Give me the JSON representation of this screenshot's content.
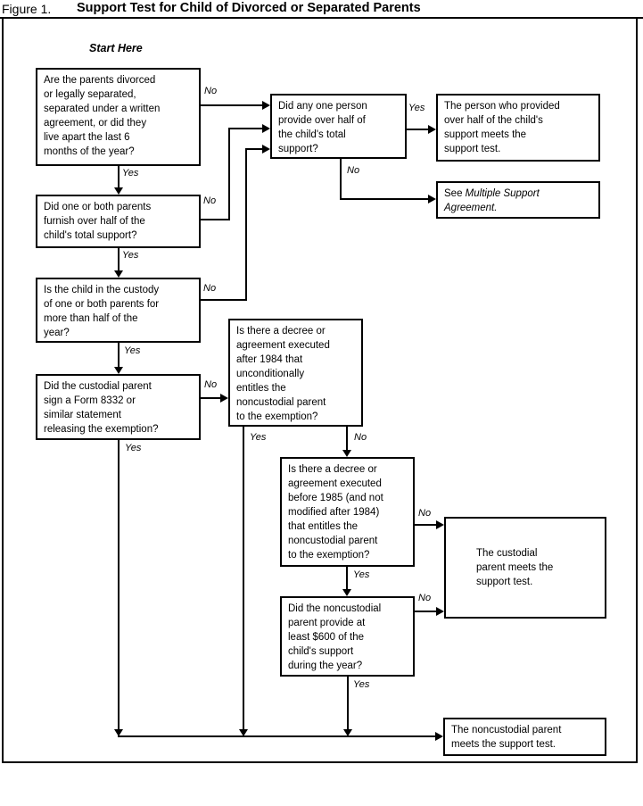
{
  "figure": {
    "label": "Figure 1.",
    "title": "Support Test for Child of Divorced or Separated Parents"
  },
  "start_label": "Start Here",
  "labels": {
    "yes": "Yes",
    "no": "No"
  },
  "nodes": {
    "q_divorced": {
      "text": "Are the parents divorced\nor legally separated,\nseparated under a written\nagreement, or did they\nlive apart the last 6\nmonths of the year?"
    },
    "q_parents_support": {
      "text": "Did one or both parents\nfurnish over half of the\nchild's total support?"
    },
    "q_custody": {
      "text": "Is the child in the custody\nof one or both parents for\nmore than half of the\nyear?"
    },
    "q_form8332": {
      "text": "Did the custodial parent\nsign a Form 8332 or\nsimilar statement\nreleasing the exemption?"
    },
    "q_one_person": {
      "text": "Did any one person\nprovide over half of\nthe child's total\nsupport?"
    },
    "r_person_provided": {
      "text": "The person who provided\nover half of the child's\nsupport meets the\nsupport test."
    },
    "r_multiple_support": {
      "prefix": "See ",
      "italic": "Multiple Support\nAgreement."
    },
    "q_decree_after_1984": {
      "text": "Is there a decree or\nagreement executed\nafter 1984 that\nunconditionally\nentitles the\nnoncustodial parent\nto the exemption?"
    },
    "q_decree_before_1985": {
      "text": "Is there a decree or\nagreement executed\nbefore 1985 (and not\nmodified after 1984)\nthat entitles the\nnoncustodial parent\nto the exemption?"
    },
    "q_600_support": {
      "text": "Did the noncustodial\nparent provide at\nleast $600 of the\nchild's support\nduring the year?"
    },
    "r_custodial": {
      "text": "The custodial\nparent meets the\nsupport test."
    },
    "r_noncustodial": {
      "text": "The noncustodial parent\nmeets the support test."
    }
  }
}
